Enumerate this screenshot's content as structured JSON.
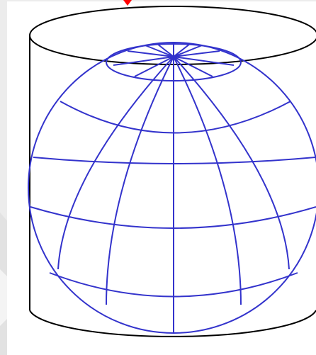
{
  "diagram": {
    "colors": {
      "background": "#ececec",
      "panel": "#ffffff",
      "cylinder_outline": "#000000",
      "graticule": "#3333cc",
      "marker": "#ff0000"
    },
    "elements": {
      "cylinder": "cylinder-outline",
      "globe": "globe-graticule",
      "marker": "red-arrow-marker"
    }
  }
}
